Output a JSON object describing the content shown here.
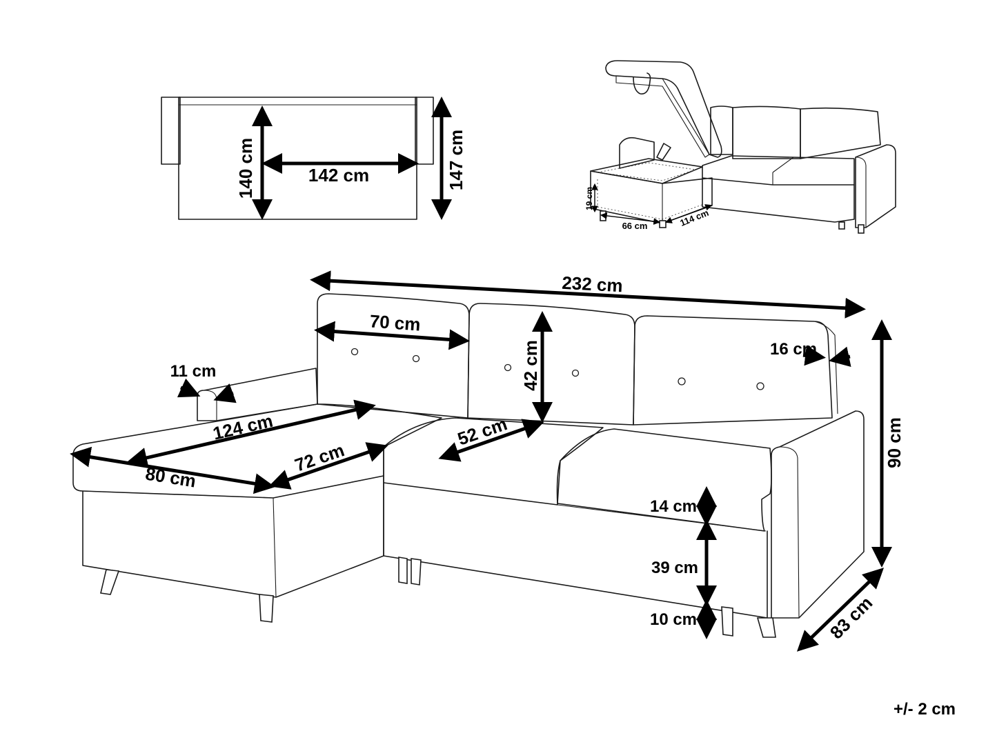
{
  "colors": {
    "line": "#1a1a1a",
    "arrow": "#000000",
    "background": "#ffffff"
  },
  "top_view": {
    "depth_label": "140 cm",
    "width_label": "142 cm",
    "total_depth_label": "147 cm"
  },
  "storage_view": {
    "height_label": "19 cm",
    "width_label": "66 cm",
    "length_label": "114 cm"
  },
  "main_view": {
    "total_width_label": "232 cm",
    "cushion_width_label": "70 cm",
    "backrest_height_label": "42 cm",
    "armrest_width_right_label": "16 cm",
    "armrest_width_left_label": "11 cm",
    "chaise_length_label": "124 cm",
    "seat_depth_label": "52 cm",
    "chaise_inner_label": "72 cm",
    "chaise_width_label": "80 cm",
    "total_height_label": "90 cm",
    "cushion_thickness_label": "14 cm",
    "seat_base_label": "39 cm",
    "leg_height_label": "10 cm",
    "total_depth_label": "83 cm"
  },
  "tolerance_label": "+/- 2 cm"
}
